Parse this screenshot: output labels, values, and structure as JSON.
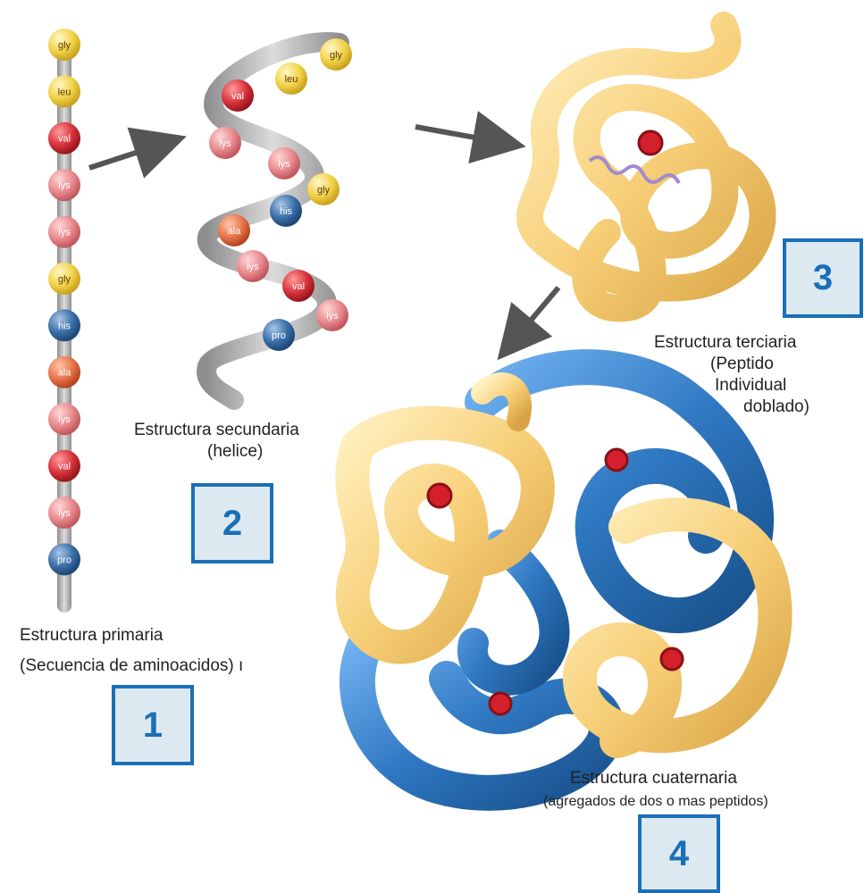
{
  "colors": {
    "yellow_bead": "#f2d34a",
    "red_bead": "#d8333c",
    "pink_bead": "#e98a8e",
    "blue_bead": "#3b6fa8",
    "orange_bead": "#e8744c",
    "strand": "#b9b9b9",
    "tube_yellow": "#f7cf78",
    "tube_blue": "#2f78c2",
    "number_box_border": "#1a6fb6",
    "number_box_fill": "#dde9f1"
  },
  "primary": {
    "beads": [
      "gly",
      "leu",
      "val",
      "lys",
      "lys",
      "gly",
      "his",
      "ala",
      "lys",
      "val",
      "lys",
      "pro"
    ],
    "bead_colors": [
      "yellow",
      "yellow",
      "red",
      "pink",
      "pink",
      "yellow",
      "blue",
      "orange",
      "pink",
      "red",
      "pink",
      "blue"
    ],
    "label_line1": "Estructura primaria",
    "label_line2": "(Secuencia de aminoacidos) ı",
    "number": "1"
  },
  "secondary": {
    "beads": [
      "gly",
      "leu",
      "val",
      "lys",
      "lys",
      "gly",
      "his",
      "ala",
      "lys",
      "val",
      "lys",
      "pro"
    ],
    "bead_colors": [
      "yellow",
      "yellow",
      "red",
      "pink",
      "pink",
      "yellow",
      "blue",
      "orange",
      "pink",
      "red",
      "pink",
      "blue"
    ],
    "label_line1": "Estructura secundaria",
    "label_line2": "(helice)",
    "number": "2"
  },
  "tertiary": {
    "label_line1": "Estructura terciaria",
    "label_line2": "(Peptido",
    "label_line3": "Individual",
    "label_line4": "doblado)",
    "number": "3"
  },
  "quaternary": {
    "label_line1": "Estructura cuaternaria",
    "label_line2": "(agregados de dos o mas peptidos)",
    "number": "4"
  }
}
